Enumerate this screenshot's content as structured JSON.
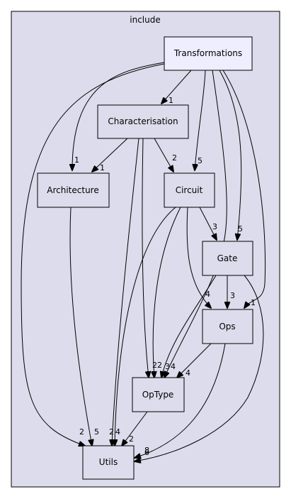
{
  "cluster": {
    "label": "include",
    "fill": "#dcdcec",
    "stroke": "#000000"
  },
  "colors": {
    "node_fill": "#dcdcec",
    "node_stroke": "#000000",
    "highlight_fill": "#eeeeff"
  },
  "nodes": {
    "transformations": {
      "label": "Transformations",
      "highlight": true
    },
    "characterisation": {
      "label": "Characterisation"
    },
    "architecture": {
      "label": "Architecture"
    },
    "circuit": {
      "label": "Circuit"
    },
    "gate": {
      "label": "Gate"
    },
    "ops": {
      "label": "Ops"
    },
    "optype": {
      "label": "OpType"
    },
    "utils": {
      "label": "Utils"
    }
  },
  "edges": {
    "transformations_characterisation": {
      "from": "Transformations",
      "to": "Characterisation",
      "count": "1"
    },
    "transformations_architecture": {
      "from": "Transformations",
      "to": "Architecture",
      "count": "1"
    },
    "transformations_utils": {
      "from": "Transformations",
      "to": "Utils",
      "count": "2"
    },
    "transformations_circuit": {
      "from": "Transformations",
      "to": "Circuit",
      "count": "5"
    },
    "transformations_optype": {
      "from": "Transformations",
      "to": "OpType",
      "count": "4"
    },
    "transformations_gate": {
      "from": "Transformations",
      "to": "Gate",
      "count": "5"
    },
    "transformations_ops": {
      "from": "Transformations",
      "to": "Ops",
      "count": "1"
    },
    "characterisation_architecture": {
      "from": "Characterisation",
      "to": "Architecture",
      "count": "1"
    },
    "characterisation_circuit": {
      "from": "Characterisation",
      "to": "Circuit",
      "count": "2"
    },
    "characterisation_utils": {
      "from": "Characterisation",
      "to": "Utils",
      "count": "2"
    },
    "characterisation_optype": {
      "from": "Characterisation",
      "to": "OpType",
      "count": "2"
    },
    "architecture_utils": {
      "from": "Architecture",
      "to": "Utils",
      "count": "5"
    },
    "circuit_gate": {
      "from": "Circuit",
      "to": "Gate",
      "count": "3"
    },
    "circuit_ops": {
      "from": "Circuit",
      "to": "Ops",
      "count": "4"
    },
    "circuit_utils": {
      "from": "Circuit",
      "to": "Utils",
      "count": "4"
    },
    "circuit_optype": {
      "from": "Circuit",
      "to": "OpType",
      "count": "2"
    },
    "gate_ops": {
      "from": "Gate",
      "to": "Ops",
      "count": "3"
    },
    "gate_optype": {
      "from": "Gate",
      "to": "OpType",
      "count": "3"
    },
    "gate_utils": {
      "from": "Gate",
      "to": "Utils",
      "count": "8"
    },
    "ops_optype": {
      "from": "Ops",
      "to": "OpType",
      "count": "4"
    },
    "ops_utils": {
      "from": "Ops",
      "to": "Utils",
      "count": "6"
    },
    "optype_utils": {
      "from": "OpType",
      "to": "Utils",
      "count": "2"
    }
  }
}
